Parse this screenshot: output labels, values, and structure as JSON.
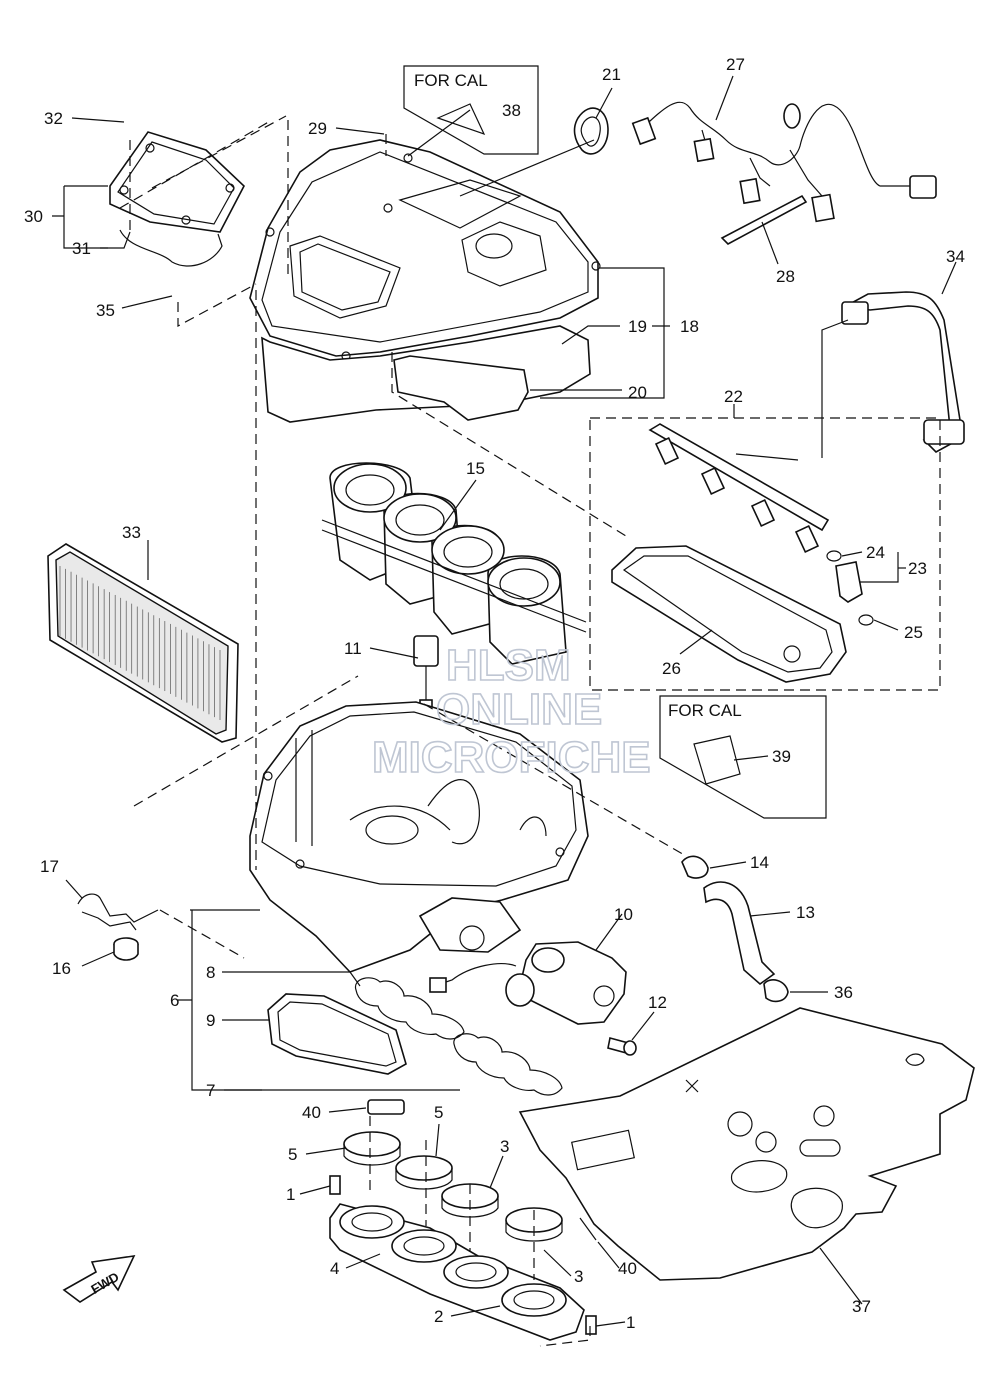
{
  "watermark": {
    "line1": "HLSM",
    "line2": "ONLINE",
    "line3": "MICROFICHE"
  },
  "boxes": {
    "box1": "FOR CAL",
    "box2": "FOR CAL"
  },
  "fwd_label": "FWD",
  "callouts": {
    "c1a": "1",
    "c1b": "1",
    "c2": "2",
    "c3a": "3",
    "c3b": "3",
    "c4": "4",
    "c5a": "5",
    "c5b": "5",
    "c6": "6",
    "c7": "7",
    "c8": "8",
    "c9": "9",
    "c10": "10",
    "c11": "11",
    "c12": "12",
    "c13": "13",
    "c14": "14",
    "c15": "15",
    "c16": "16",
    "c17": "17",
    "c18": "18",
    "c19": "19",
    "c20": "20",
    "c21": "21",
    "c22": "22",
    "c23": "23",
    "c24": "24",
    "c25": "25",
    "c26": "26",
    "c27": "27",
    "c28": "28",
    "c29": "29",
    "c30": "30",
    "c31": "31",
    "c32": "32",
    "c33": "33",
    "c34": "34",
    "c35": "35",
    "c36": "36",
    "c37": "37",
    "c38": "38",
    "c39": "39",
    "c40a": "40",
    "c40b": "40"
  }
}
